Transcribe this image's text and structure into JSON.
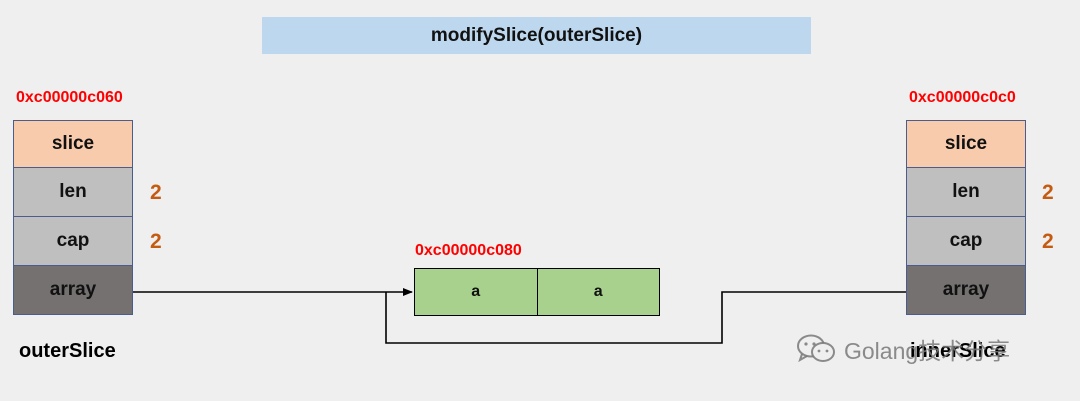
{
  "title": "modifySlice(outerSlice)",
  "left_struct": {
    "address": "0xc00000c060",
    "fields": [
      "slice",
      "len",
      "cap",
      "array"
    ],
    "len_value": "2",
    "cap_value": "2",
    "name": "outerSlice"
  },
  "right_struct": {
    "address": "0xc00000c0c0",
    "fields": [
      "slice",
      "len",
      "cap",
      "array"
    ],
    "len_value": "2",
    "cap_value": "2",
    "name": "innerSlice"
  },
  "backing_array": {
    "address": "0xc00000c080",
    "elements": [
      "a",
      "a"
    ]
  },
  "watermark": {
    "text": "Golang技术分享",
    "icon": "wechat-icon"
  },
  "colors": {
    "address": "#ff0000",
    "value": "#c55a11",
    "slice_cell": "#f8cbad",
    "field_cell": "#bfbfbf",
    "array_cell": "#767171",
    "array_element": "#a9d18e",
    "title_bg": "#bdd7ee"
  }
}
